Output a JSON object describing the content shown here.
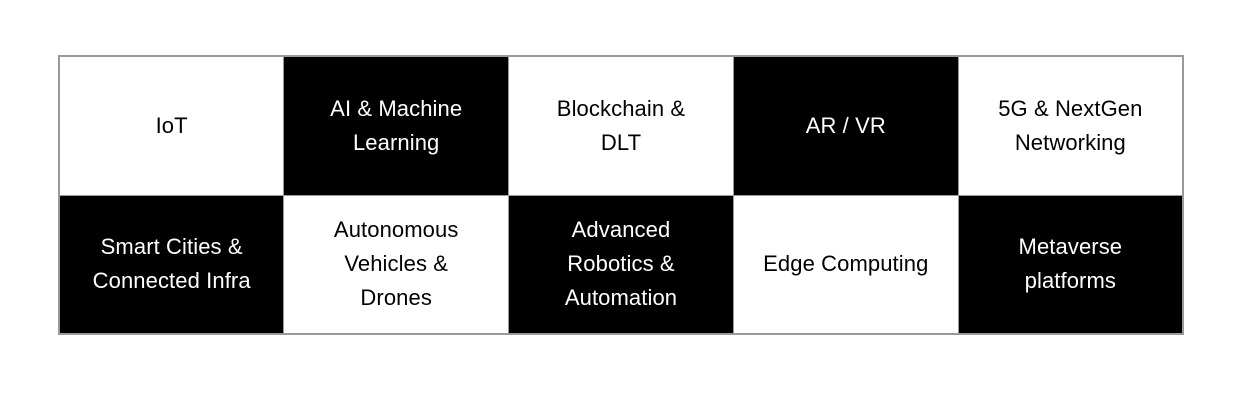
{
  "grid": {
    "columns": 5,
    "rows": 2,
    "colors": {
      "dark_cell_background": "#000000",
      "dark_cell_text": "#ffffff",
      "light_cell_background": "#ffffff",
      "light_cell_text": "#000000",
      "border": "#9a9a9a",
      "page_background": "#ffffff"
    },
    "cells": [
      [
        {
          "label": "IoT",
          "style": "light"
        },
        {
          "label": "AI & Machine\nLearning",
          "style": "dark"
        },
        {
          "label": "Blockchain &\nDLT",
          "style": "light"
        },
        {
          "label": "AR / VR",
          "style": "dark"
        },
        {
          "label": "5G & NextGen\nNetworking",
          "style": "light"
        }
      ],
      [
        {
          "label": "Smart Cities &\nConnected Infra",
          "style": "dark"
        },
        {
          "label": "Autonomous\nVehicles &\nDrones",
          "style": "light"
        },
        {
          "label": "Advanced\nRobotics &\nAutomation",
          "style": "dark"
        },
        {
          "label": "Edge Computing",
          "style": "light"
        },
        {
          "label": "Metaverse\nplatforms",
          "style": "dark"
        }
      ]
    ]
  }
}
